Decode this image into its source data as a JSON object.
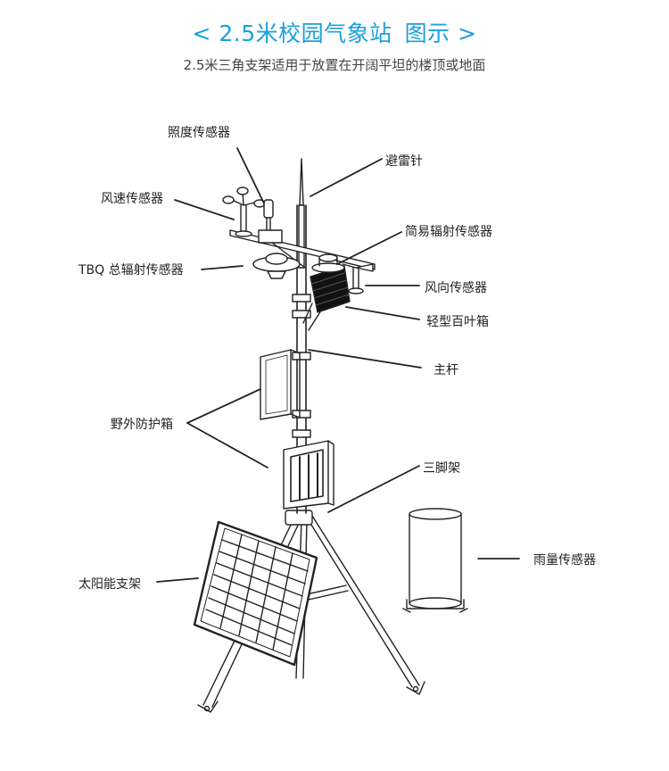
{
  "header": {
    "left_chevron": "<",
    "title_main": "2.5米校园气象站",
    "title_suffix": "图示",
    "right_chevron": ">",
    "subtitle": "2.5米三角支架适用于放置在开阔平坦的楼顶或地面"
  },
  "labels": {
    "illuminance": "照度传感器",
    "lightning_rod": "避雷针",
    "wind_speed": "风速传感器",
    "simple_radiation": "简易辐射传感器",
    "tbq_radiation": "TBQ 总辐射传感器",
    "wind_direction": "风向传感器",
    "louver_box": "轻型百叶箱",
    "main_pole": "主杆",
    "outdoor_box": "野外防护箱",
    "tripod": "三脚架",
    "rain_gauge": "雨量传感器",
    "solar_bracket": "太阳能支架"
  }
}
